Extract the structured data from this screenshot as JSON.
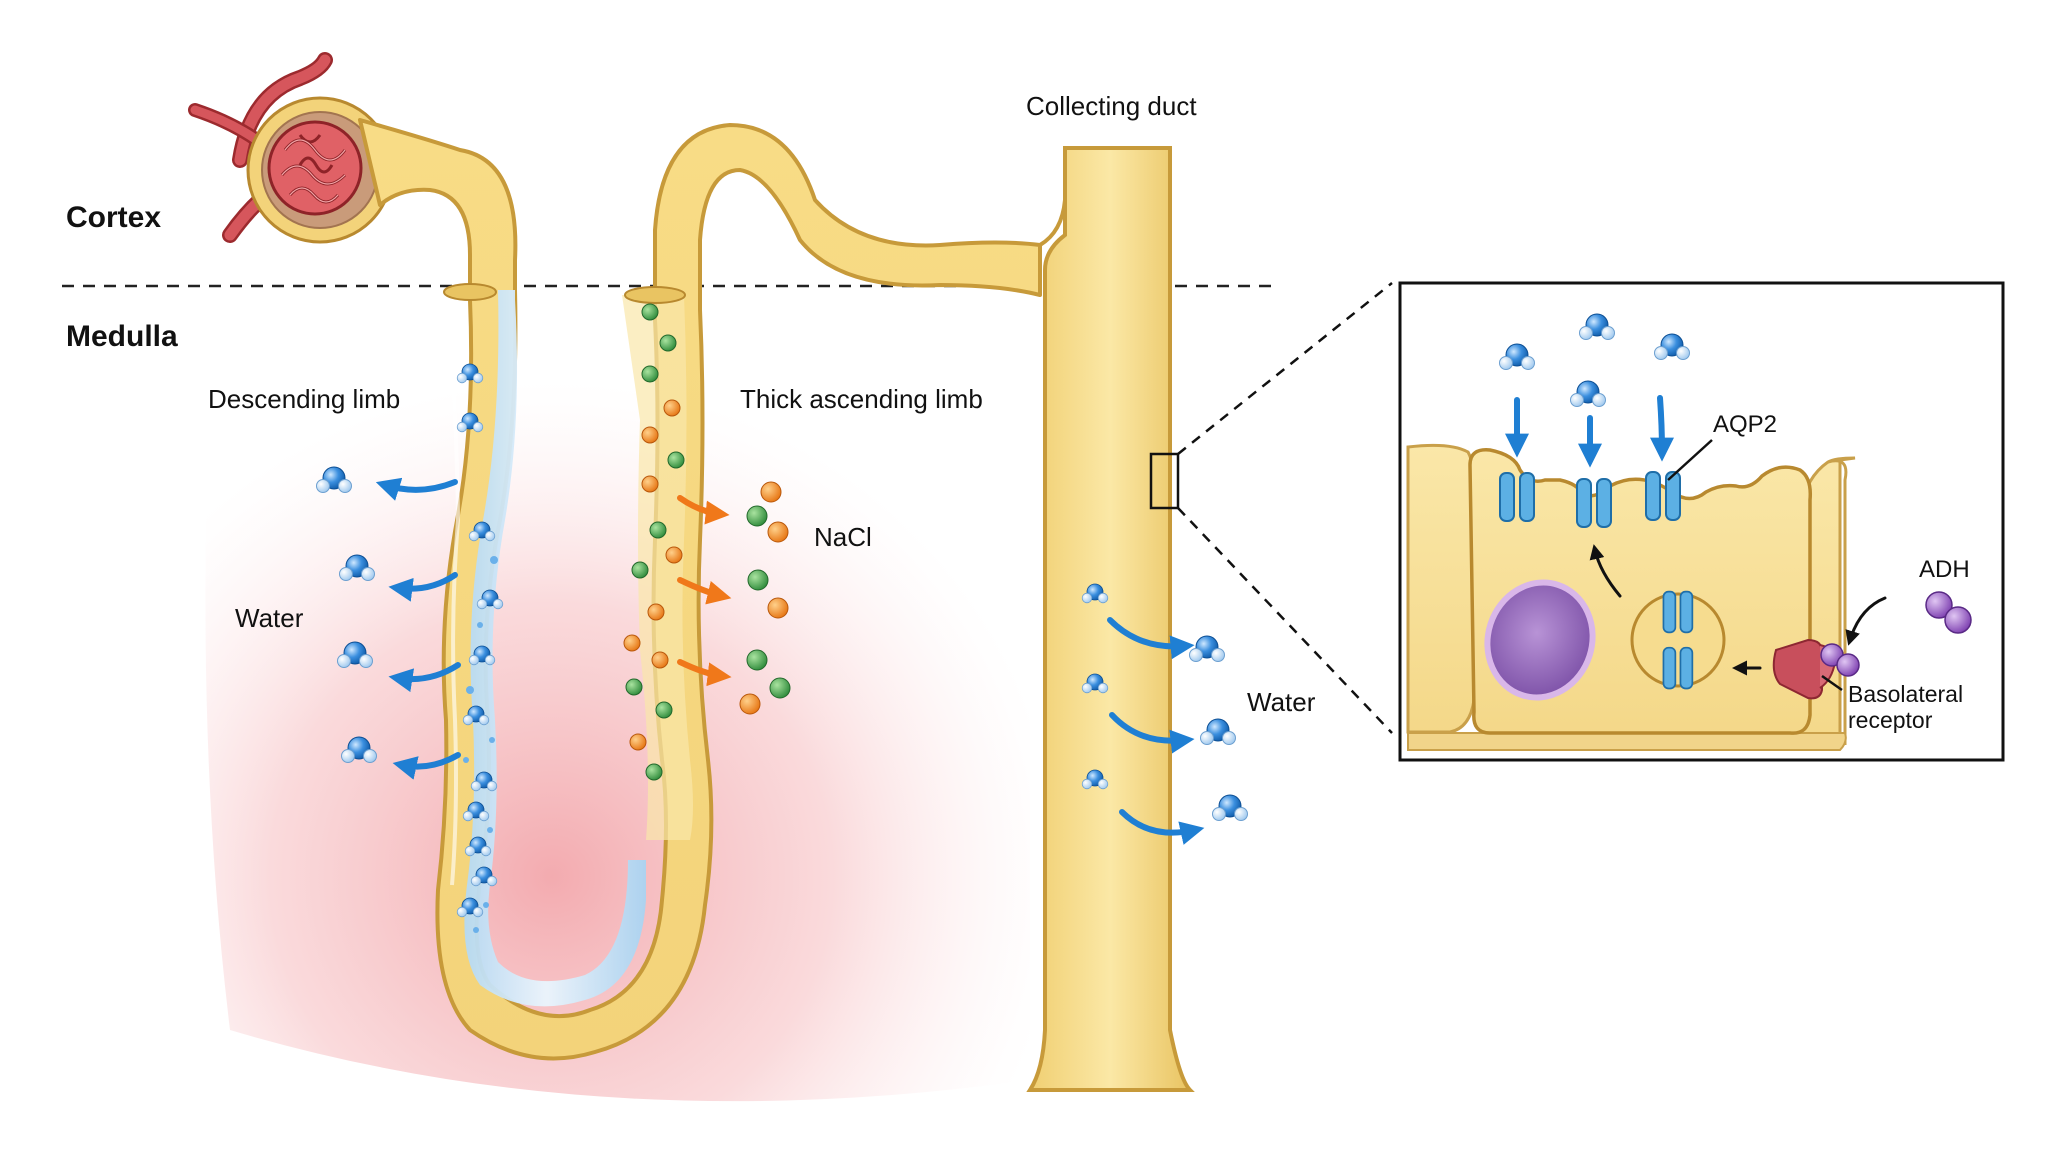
{
  "zones": {
    "cortex": "Cortex",
    "medulla": "Medulla"
  },
  "labels": {
    "descending_limb": "Descending limb",
    "thick_ascending_limb": "Thick ascending limb",
    "collecting_duct": "Collecting duct",
    "water_left": "Water",
    "water_right": "Water",
    "nacl": "NaCl"
  },
  "inset": {
    "aqp2": "AQP2",
    "adh": "ADH",
    "basolateral_receptor": [
      "Basolateral",
      "receptor"
    ]
  },
  "colors": {
    "tubule_fill": "#f6dd8a",
    "tubule_stroke": "#c79a3a",
    "descending_lumen": "#cfe6f7",
    "medulla_gradient": "#f2a0a4",
    "water_blue": "#1f7fd3",
    "nacl_orange": "#f08a1c",
    "nacl_green": "#3fa34d",
    "aqp2_channel": "#5cb0e4",
    "nucleus": "#9a6ec0",
    "receptor": "#c84f5c",
    "adh_purple": "#9b59c7",
    "glomerulus": "#d6484d"
  }
}
